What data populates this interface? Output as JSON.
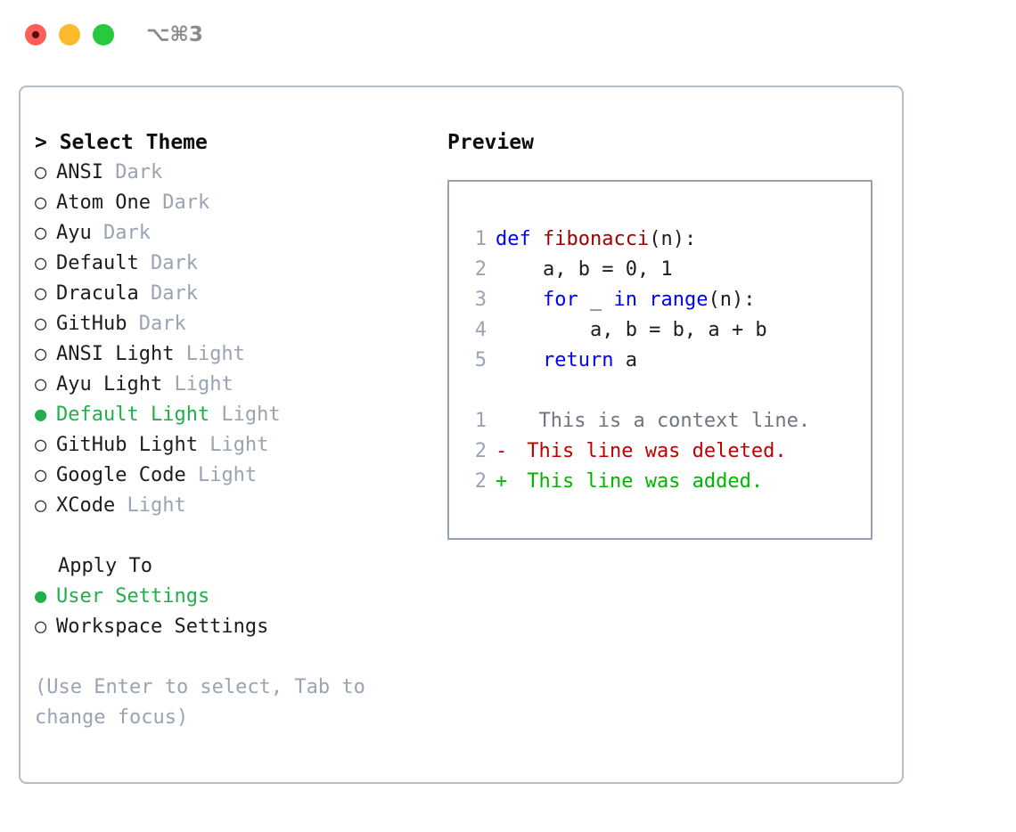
{
  "titlebar": {
    "shortcut": "⌥⌘3",
    "buttons": [
      {
        "name": "close",
        "color": "#fb5f57"
      },
      {
        "name": "minimize",
        "color": "#fcbb2d"
      },
      {
        "name": "maximize",
        "color": "#28c83f"
      }
    ]
  },
  "theme_section": {
    "header": "> Select Theme",
    "items": [
      {
        "name": "ANSI",
        "tag": "Dark",
        "selected": false
      },
      {
        "name": "Atom One",
        "tag": "Dark",
        "selected": false
      },
      {
        "name": "Ayu",
        "tag": "Dark",
        "selected": false
      },
      {
        "name": "Default",
        "tag": "Dark",
        "selected": false
      },
      {
        "name": "Dracula",
        "tag": "Dark",
        "selected": false
      },
      {
        "name": "GitHub",
        "tag": "Dark",
        "selected": false
      },
      {
        "name": "ANSI Light",
        "tag": "Light",
        "selected": false
      },
      {
        "name": "Ayu Light",
        "tag": "Light",
        "selected": false
      },
      {
        "name": "Default Light",
        "tag": "Light",
        "selected": true
      },
      {
        "name": "GitHub Light",
        "tag": "Light",
        "selected": false
      },
      {
        "name": "Google Code",
        "tag": "Light",
        "selected": false
      },
      {
        "name": "XCode",
        "tag": "Light",
        "selected": false
      }
    ]
  },
  "apply_section": {
    "header": "Apply To",
    "items": [
      {
        "name": "User Settings",
        "selected": true
      },
      {
        "name": "Workspace Settings",
        "selected": false
      }
    ]
  },
  "hint": "(Use Enter to select, Tab to change focus)",
  "glyphs": {
    "bullet_selected": "●",
    "bullet_unselected": "○"
  },
  "preview": {
    "title": "Preview",
    "code_lines": [
      {
        "num": "1",
        "tokens": [
          {
            "text": "def ",
            "type": "kw"
          },
          {
            "text": "fibonacci",
            "type": "fn"
          },
          {
            "text": "(n):",
            "type": "plain"
          }
        ]
      },
      {
        "num": "2",
        "tokens": [
          {
            "text": "    a, b = 0, 1",
            "type": "plain"
          }
        ]
      },
      {
        "num": "3",
        "tokens": [
          {
            "text": "    ",
            "type": "plain"
          },
          {
            "text": "for",
            "type": "kw"
          },
          {
            "text": " _ ",
            "type": "plain"
          },
          {
            "text": "in",
            "type": "kw"
          },
          {
            "text": " ",
            "type": "plain"
          },
          {
            "text": "range",
            "type": "kw"
          },
          {
            "text": "(n):",
            "type": "plain"
          }
        ]
      },
      {
        "num": "4",
        "tokens": [
          {
            "text": "        a, b = b, a + b",
            "type": "plain"
          }
        ]
      },
      {
        "num": "5",
        "tokens": [
          {
            "text": "    ",
            "type": "plain"
          },
          {
            "text": "return",
            "type": "kw"
          },
          {
            "text": " a",
            "type": "plain"
          }
        ]
      }
    ],
    "diff_lines": [
      {
        "num": "1",
        "sign": " ",
        "text": "  This is a context line.",
        "type": "ctx"
      },
      {
        "num": "2",
        "sign": "-",
        "text": " This line was deleted.",
        "type": "del"
      },
      {
        "num": "2",
        "sign": "+",
        "text": " This line was added.",
        "type": "add"
      }
    ]
  },
  "colors": {
    "accent_green": "#21ae4b",
    "keyword_blue": "#0000ff",
    "function_red": "#a00000",
    "diff_add_green": "#00b400",
    "diff_del_red": "#c00000",
    "muted_gray": "#9aa3b2",
    "border": "#b3bcc9"
  }
}
